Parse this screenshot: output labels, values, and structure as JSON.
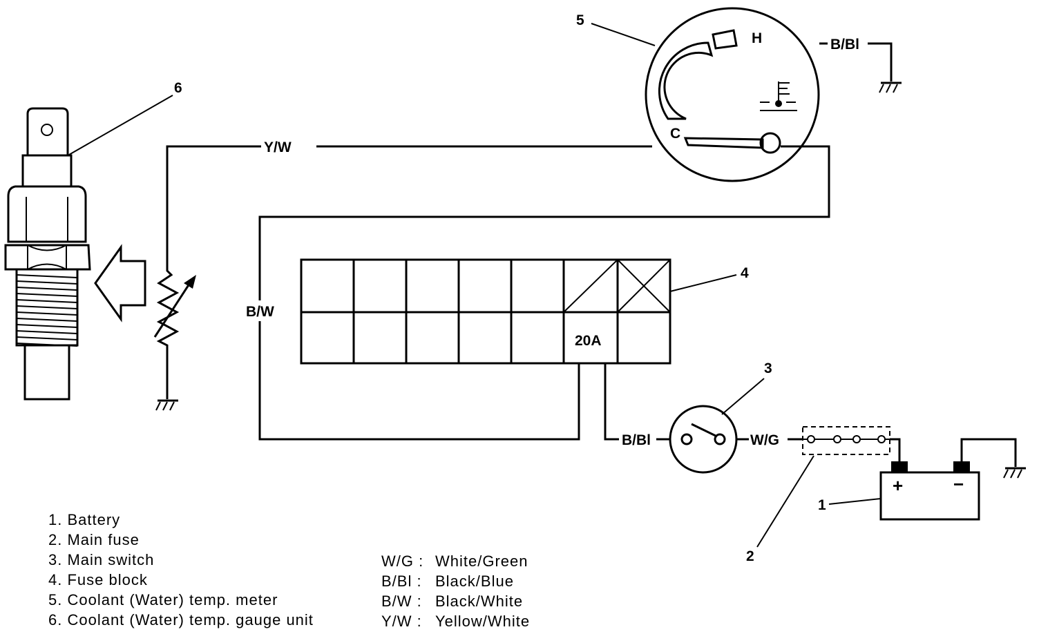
{
  "wires": {
    "yw": "Y/W",
    "bw": "B/W",
    "bbl_meter": "B/Bl",
    "bbl_switch": "B/Bl",
    "wg": "W/G"
  },
  "fuse_rating": "20A",
  "meter_marks": {
    "hot": "H",
    "cold": "C"
  },
  "battery_marks": {
    "positive": "+",
    "negative": "−"
  },
  "callouts": [
    "1",
    "2",
    "3",
    "4",
    "5",
    "6"
  ],
  "legend": {
    "components": [
      "1. Battery",
      "2. Main fuse",
      "3. Main switch",
      "4. Fuse block",
      "5. Coolant (Water) temp. meter",
      "6. Coolant (Water) temp. gauge unit"
    ],
    "colors": [
      {
        "code": "W/G :",
        "name": "White/Green"
      },
      {
        "code": "B/Bl :",
        "name": "Black/Blue"
      },
      {
        "code": "B/W :",
        "name": "Black/White"
      },
      {
        "code": "Y/W :",
        "name": "Yellow/White"
      }
    ]
  }
}
